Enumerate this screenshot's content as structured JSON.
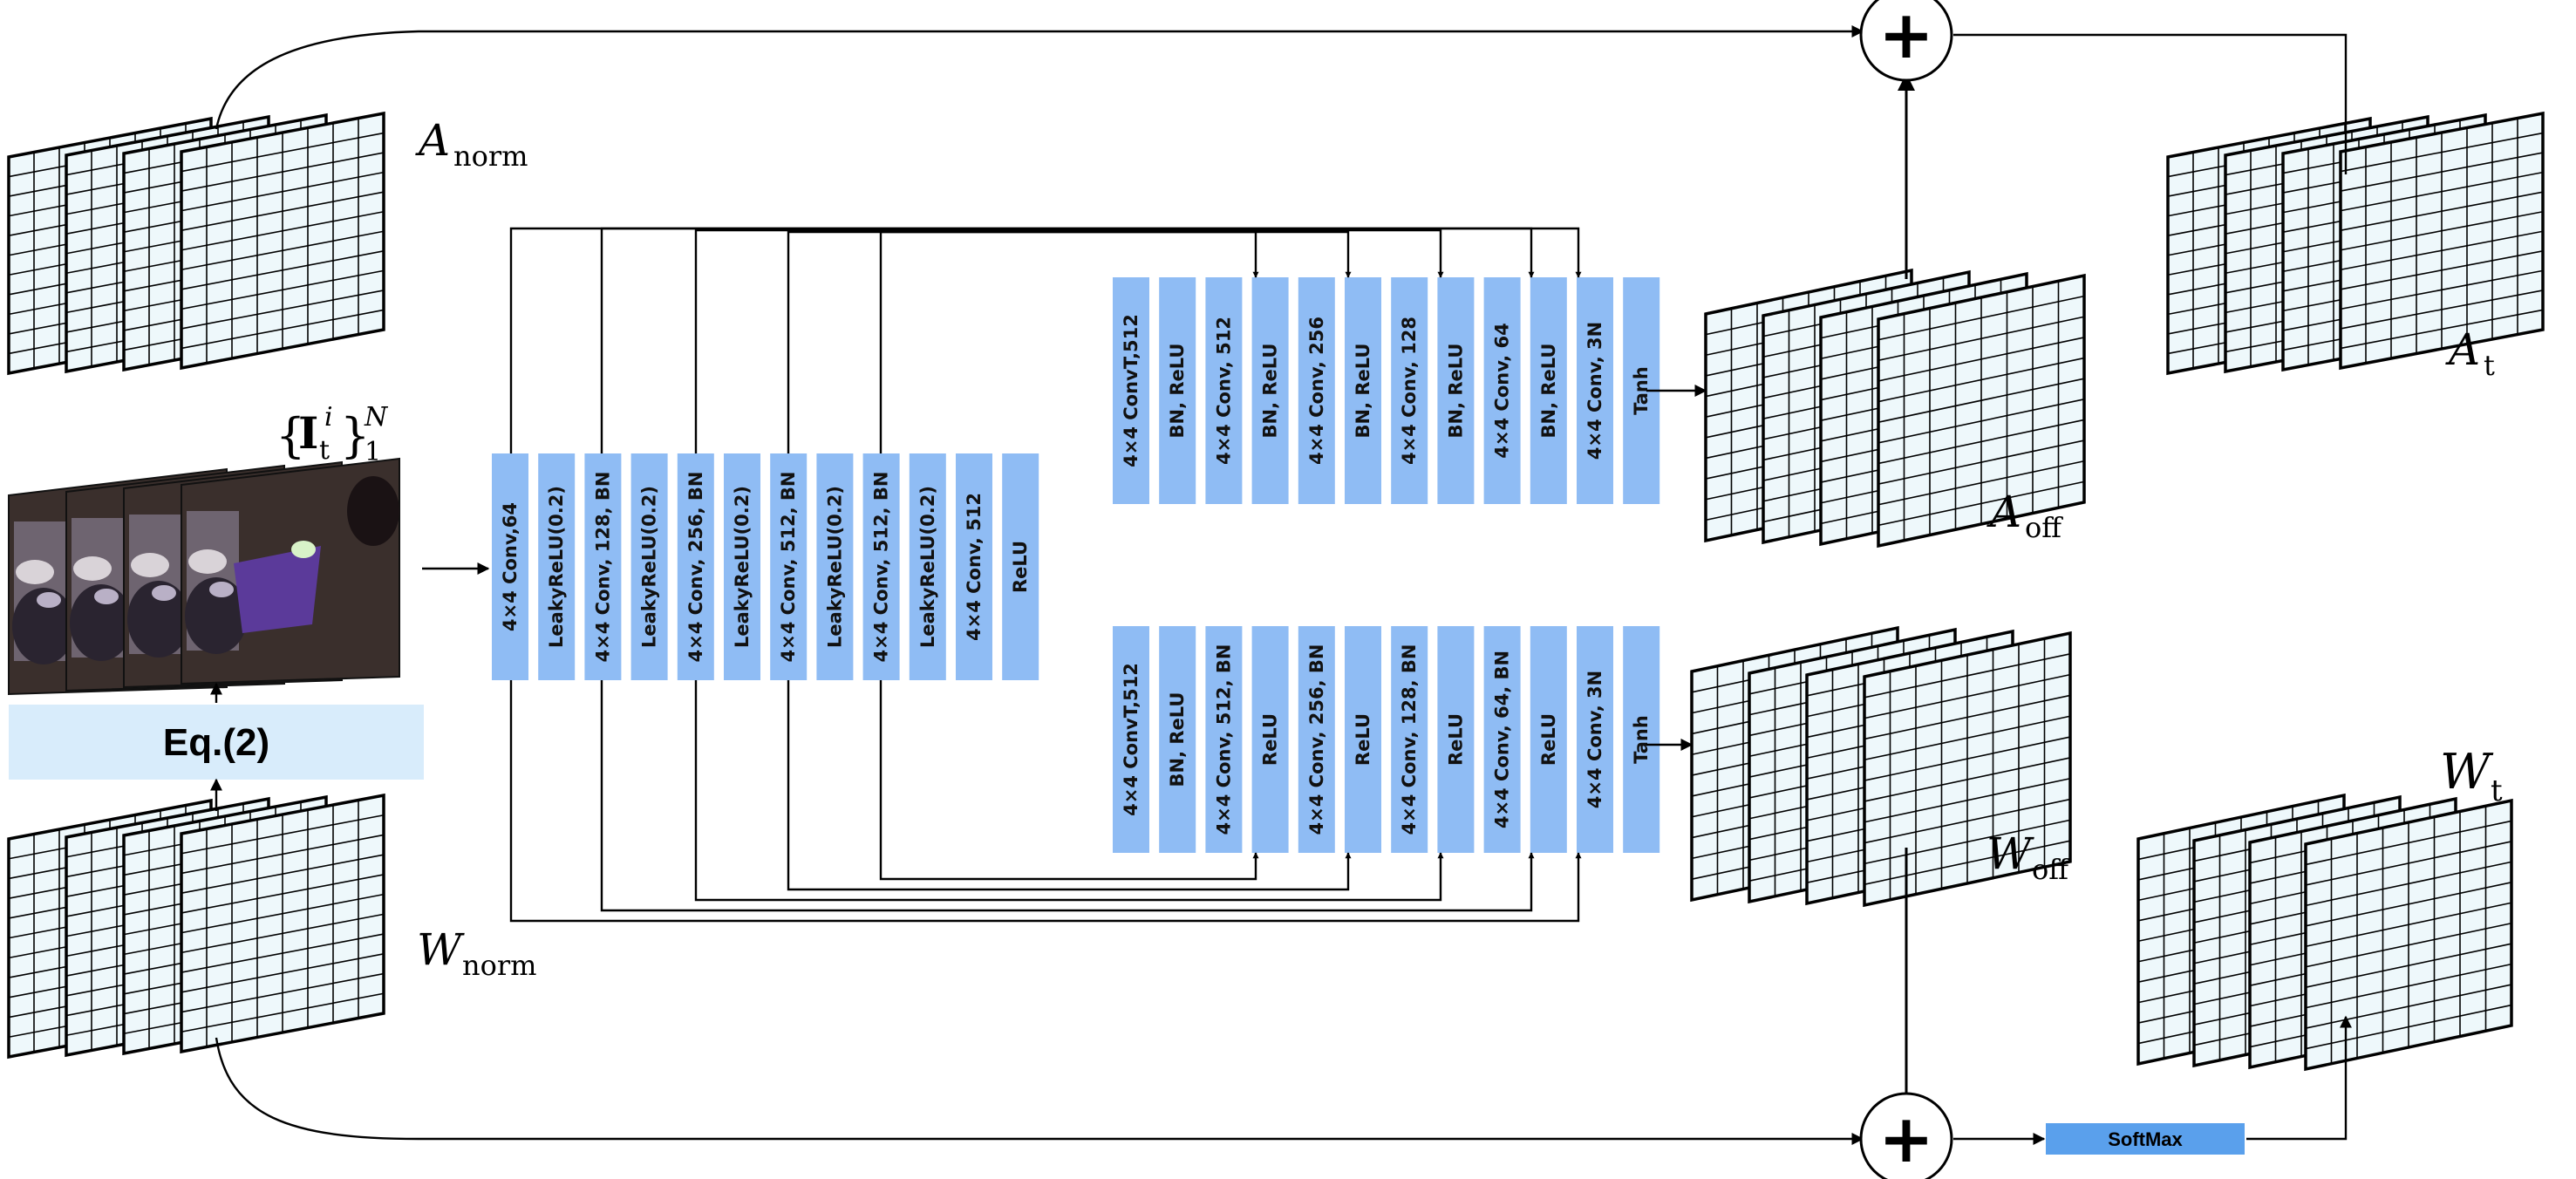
{
  "labels": {
    "a_norm": {
      "sym": "A",
      "sub": "norm"
    },
    "w_norm": {
      "sym": "W",
      "sub": "norm"
    },
    "a_off": {
      "sym": "A",
      "sub": "off"
    },
    "w_off": {
      "sym": "W",
      "sub": "off"
    },
    "a_t": {
      "sym": "A",
      "sub": "t"
    },
    "w_t": {
      "sym": "W",
      "sub": "t"
    },
    "frames": {
      "open": "{",
      "base": "I",
      "sub": "t",
      "sup": "i",
      "close": "}",
      "lower": "1",
      "upper": "N"
    }
  },
  "eq_label": "Eq.(2)",
  "softmax_label": "SoftMax",
  "plus_symbol": "+",
  "encoder": [
    "4×4 Conv,64",
    "LeakyReLU(0.2)",
    "4×4 Conv, 128, BN",
    "LeakyReLU(0.2)",
    "4×4 Conv, 256, BN",
    "LeakyReLU(0.2)",
    "4×4 Conv, 512, BN",
    "LeakyReLU(0.2)",
    "4×4 Conv, 512, BN",
    "LeakyReLU(0.2)",
    "4×4 Conv, 512",
    "ReLU"
  ],
  "decoder_a": [
    "4×4 ConvT,512",
    "BN, ReLU",
    "4×4 Conv, 512",
    "BN, ReLU",
    "4×4 Conv, 256",
    "BN, ReLU",
    "4×4 Conv, 128",
    "BN, ReLU",
    "4×4 Conv, 64",
    "BN, ReLU",
    "4×4 Conv, 3N",
    "Tanh"
  ],
  "decoder_w": [
    "4×4 ConvT,512",
    "BN, ReLU",
    "4×4 Conv, 512, BN",
    "ReLU",
    "4×4 Conv, 256, BN",
    "ReLU",
    "4×4 Conv, 128, BN",
    "ReLU",
    "4×4 Conv, 64, BN",
    "ReLU",
    "4×4 Conv, 3N",
    "Tanh"
  ],
  "colors": {
    "layer": "#8fbcf4",
    "grid_fill": "#eef8fb",
    "eq_box": "#d8ecfb",
    "softmax_box": "#5aa0ec"
  }
}
